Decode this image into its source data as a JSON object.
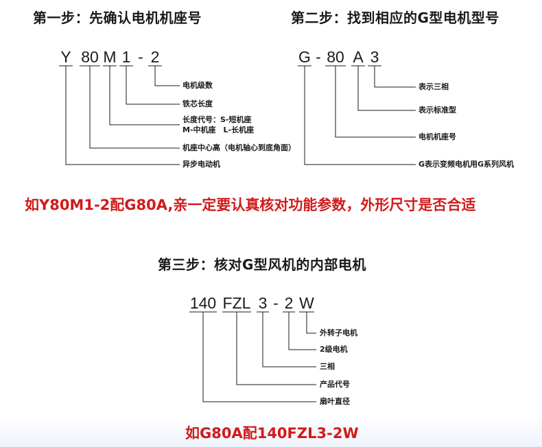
{
  "step1": {
    "title": "第一步：先确认电机机座号",
    "codes": [
      "Y",
      "80",
      "M",
      "1",
      "-",
      "2"
    ],
    "labels": [
      "电机级数",
      "铁芯长度",
      "长度代号：S-短机座",
      "M-中机座　L-长机座",
      "机座中心高（电机轴心到底角面）",
      "异步电动机"
    ]
  },
  "step2": {
    "title": "第二步：找到相应的G型电机型号",
    "codes": [
      "G",
      "-",
      "80",
      "A",
      "3"
    ],
    "labels": [
      "表示三相",
      "表示标准型",
      "电机机座号",
      "G表示变频电机用G系列风机"
    ]
  },
  "example1": {
    "text": "如Y80M1-2配G80A,亲一定要认真核对功能参数，外形尺寸是否合适"
  },
  "step3": {
    "title": "第三步：核对G型风机的内部电机",
    "codes": [
      "140",
      "FZL",
      "3",
      "-",
      "2",
      "W"
    ],
    "labels": [
      "外转子电机",
      "2级电机",
      "三相",
      "产品代号",
      "扇叶直径"
    ]
  },
  "example2": {
    "text": "如G80A配140FZL3-2W"
  }
}
